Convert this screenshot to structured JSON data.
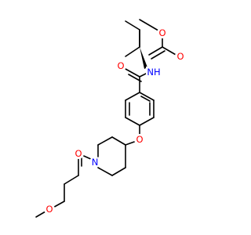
{
  "colors": {
    "bond": "#000000",
    "oxygen": "#ff0000",
    "nitrogen": "#0000ff",
    "background": "#ffffff"
  },
  "atoms": {
    "O1": {
      "symbol": "O",
      "label": "O",
      "color": "oxygen"
    },
    "O2": {
      "symbol": "O",
      "label": "O",
      "color": "oxygen"
    },
    "N1": {
      "symbol": "N",
      "label": "NH",
      "color": "nitrogen"
    },
    "O3": {
      "symbol": "O",
      "label": "O",
      "color": "oxygen"
    },
    "O4": {
      "symbol": "O",
      "label": "O",
      "color": "oxygen"
    },
    "N2": {
      "symbol": "N",
      "label": "N",
      "color": "nitrogen"
    },
    "O5": {
      "symbol": "O",
      "label": "O",
      "color": "oxygen"
    },
    "O6": {
      "symbol": "O",
      "label": "O",
      "color": "oxygen"
    }
  }
}
